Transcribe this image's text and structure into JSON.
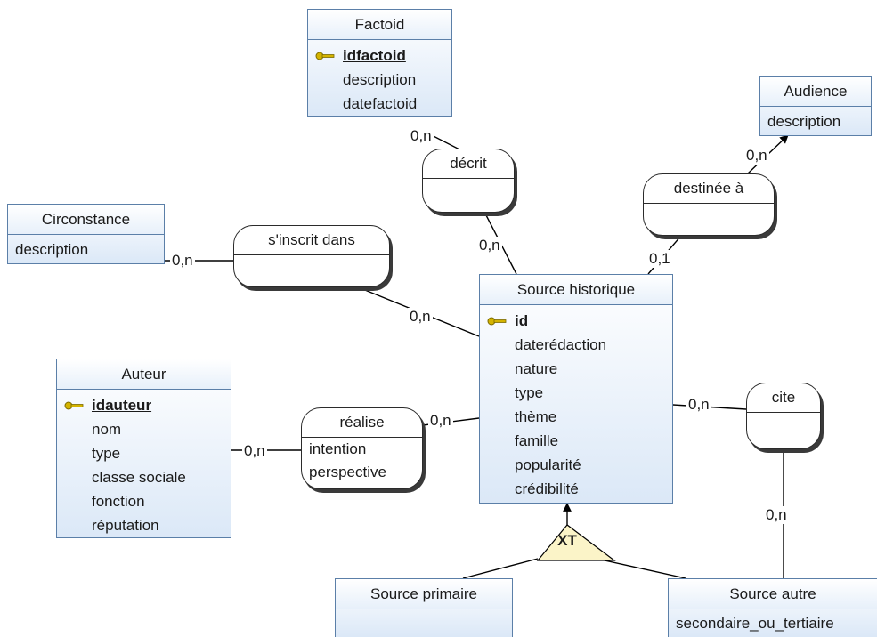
{
  "entities": {
    "factoid": {
      "title": "Factoid",
      "key": "idfactoid",
      "attributes": [
        "description",
        "datefactoid"
      ]
    },
    "audience": {
      "title": "Audience",
      "attributes": [
        "description"
      ]
    },
    "circonstance": {
      "title": "Circonstance",
      "attributes": [
        "description"
      ]
    },
    "source_historique": {
      "title": "Source historique",
      "key": "id",
      "attributes": [
        "daterédaction",
        "nature",
        "type",
        "thème",
        "famille",
        "popularité",
        "crédibilité"
      ]
    },
    "auteur": {
      "title": "Auteur",
      "key": "idauteur",
      "attributes": [
        "nom",
        "type",
        "classe sociale",
        "fonction",
        "réputation"
      ]
    },
    "source_primaire": {
      "title": "Source primaire"
    },
    "source_autre": {
      "title": "Source autre",
      "attributes": [
        "secondaire_ou_tertiaire"
      ]
    }
  },
  "associations": {
    "decrit": {
      "title": "décrit"
    },
    "destinee": {
      "title": "destinée à"
    },
    "sinscrit": {
      "title": "s'inscrit dans"
    },
    "realise": {
      "title": "réalise",
      "attributes": [
        "intention",
        "perspective"
      ]
    },
    "cite": {
      "title": "cite"
    }
  },
  "cardinalities": {
    "decrit_factoid": "0,n",
    "decrit_source": "0,n",
    "destinee_audience": "0,n",
    "destinee_source": "0,1",
    "sinscrit_circonstance": "0,n",
    "sinscrit_source": "0,n",
    "realise_auteur": "0,n",
    "realise_source": "0,n",
    "cite_source": "0,n",
    "cite_autre": "0,n"
  },
  "inheritance": {
    "label": "XT"
  },
  "colors": {
    "entity_border": "#5b7fa8",
    "entity_fill": "#dbe8f7",
    "key_icon": "#d4b400",
    "xt_fill": "#fbf4c8"
  }
}
